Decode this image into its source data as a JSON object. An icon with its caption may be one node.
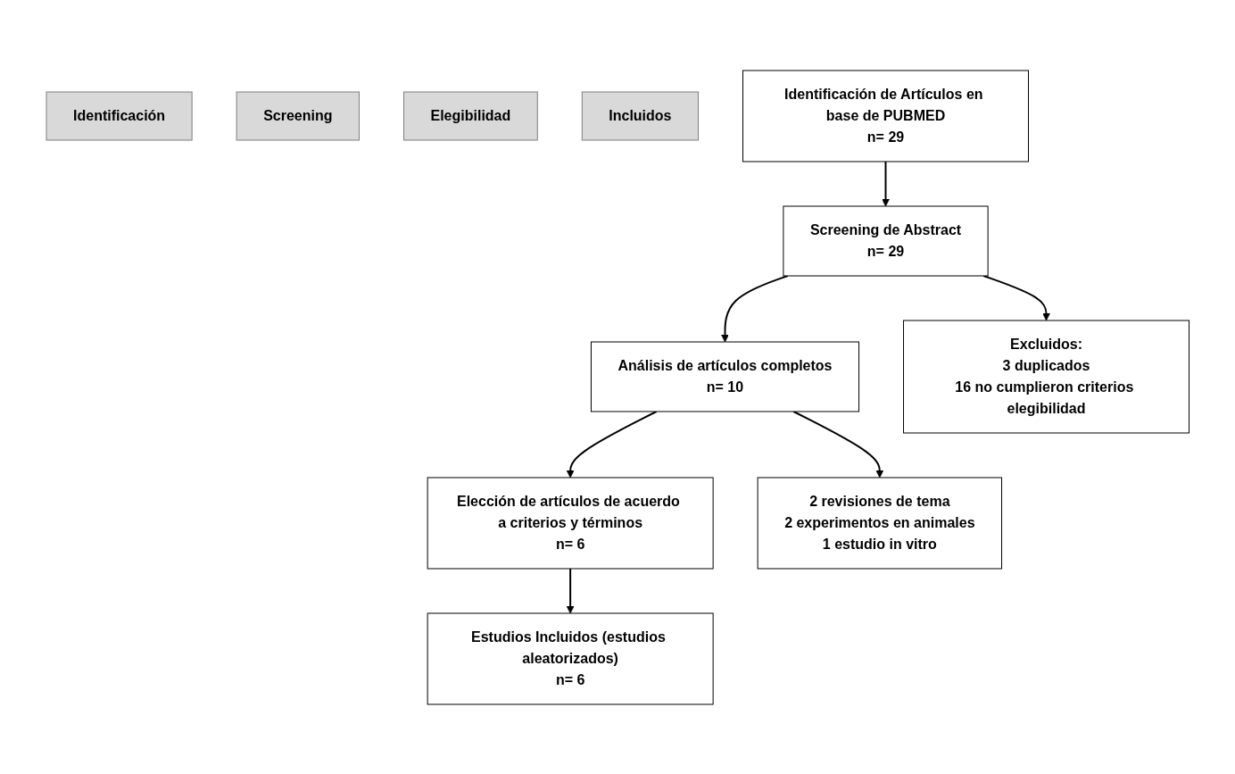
{
  "diagram": {
    "nodes": [
      {
        "text": [
          "Identificación"
        ]
      },
      {
        "text": [
          "Screening"
        ]
      },
      {
        "text": [
          "Elegibilidad"
        ]
      },
      {
        "text": [
          "Incluidos"
        ]
      },
      {
        "text": [
          "Identificación de Artículos en base de PUBMED",
          "n= 29"
        ]
      },
      {
        "text": [
          "Screening de Abstract",
          "n= 29"
        ]
      },
      {
        "text": [
          "Análisis de artículos completos",
          "n= 10"
        ]
      },
      {
        "text": [
          "Elección de artículos de acuerdo a criterios y términos",
          "n= 6"
        ]
      },
      {
        "text": [
          "Estudios Incluidos (estudios aleatorizados)",
          "n= 6"
        ]
      },
      {
        "text": [
          "Excluidos:",
          "3 duplicados",
          "16 no cumplieron criterios elegibilidad"
        ]
      },
      {
        "text": [
          "2 revisiones de tema",
          "2 experimentos en animales",
          "1 estudio in vitro"
        ]
      }
    ],
    "edges": [
      {
        "from": 4,
        "to": 5,
        "arrow": "to"
      },
      {
        "from": 5,
        "to": 9,
        "arrow": "to"
      },
      {
        "from": 5,
        "to": 6,
        "arrow": "to"
      },
      {
        "from": 6,
        "to": 10,
        "arrow": "to"
      },
      {
        "from": 6,
        "to": 7,
        "arrow": "to"
      },
      {
        "from": 7,
        "to": 8,
        "arrow": "to"
      }
    ]
  }
}
